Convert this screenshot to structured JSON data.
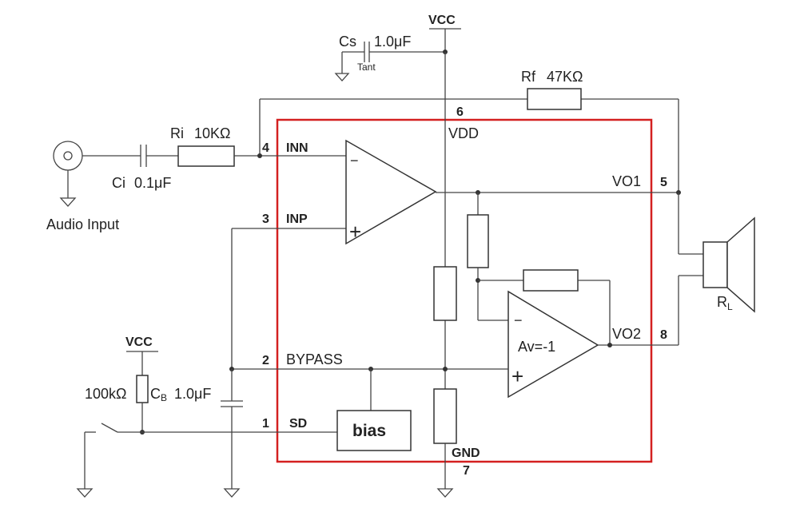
{
  "labels": {
    "vcc_top": "VCC",
    "cs": "Cs",
    "cs_value": "1.0μF",
    "tant": "Tant",
    "rf": "Rf",
    "rf_value": "47KΩ",
    "pin6": "6",
    "vdd": "VDD",
    "ri": "Ri",
    "ri_value": "10KΩ",
    "pin4": "4",
    "inn": "INN",
    "ci": "Ci",
    "ci_value": "0.1μF",
    "audio_input": "Audio Input",
    "pin3": "3",
    "inp": "INP",
    "vo1": "VO1",
    "pin5": "5",
    "rl_main": "R",
    "rl_sub": "L",
    "av": "Av=-1",
    "vo2": "VO2",
    "pin8": "8",
    "vcc_left": "VCC",
    "r100k": "100kΩ",
    "cb_main": "C",
    "cb_sub": "B",
    "cb_value": "1.0μF",
    "pin2": "2",
    "bypass": "BYPASS",
    "pin1": "1",
    "sd": "SD",
    "bias": "bias",
    "gnd": "GND",
    "pin7": "7",
    "minus": "−",
    "plus": "+"
  },
  "colors": {
    "chip_outline": "#d42020",
    "wire": "#444444",
    "component": "#333333"
  }
}
